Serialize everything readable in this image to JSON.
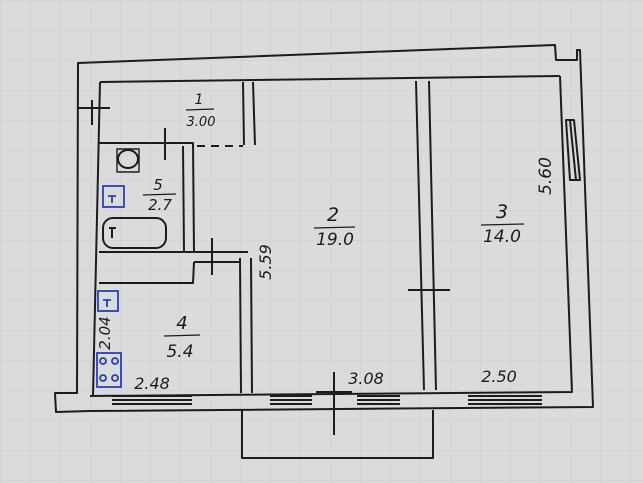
{
  "rooms": [
    {
      "number": "1",
      "area": "3.00"
    },
    {
      "number": "2",
      "area": "19.0"
    },
    {
      "number": "3",
      "area": "14.0"
    },
    {
      "number": "4",
      "area": "5.4"
    },
    {
      "number": "5",
      "area": "2.7"
    }
  ],
  "dimensions": {
    "right_height": "5.60",
    "middle_height": "5.59",
    "left_height": "2.04",
    "bottom_left": "2.48",
    "bottom_middle": "3.08",
    "bottom_right": "2.50"
  },
  "colors": {
    "paper": "#d9dbdc",
    "ink": "#1c1c1c",
    "fixture_blue": "#2a3fb8"
  }
}
